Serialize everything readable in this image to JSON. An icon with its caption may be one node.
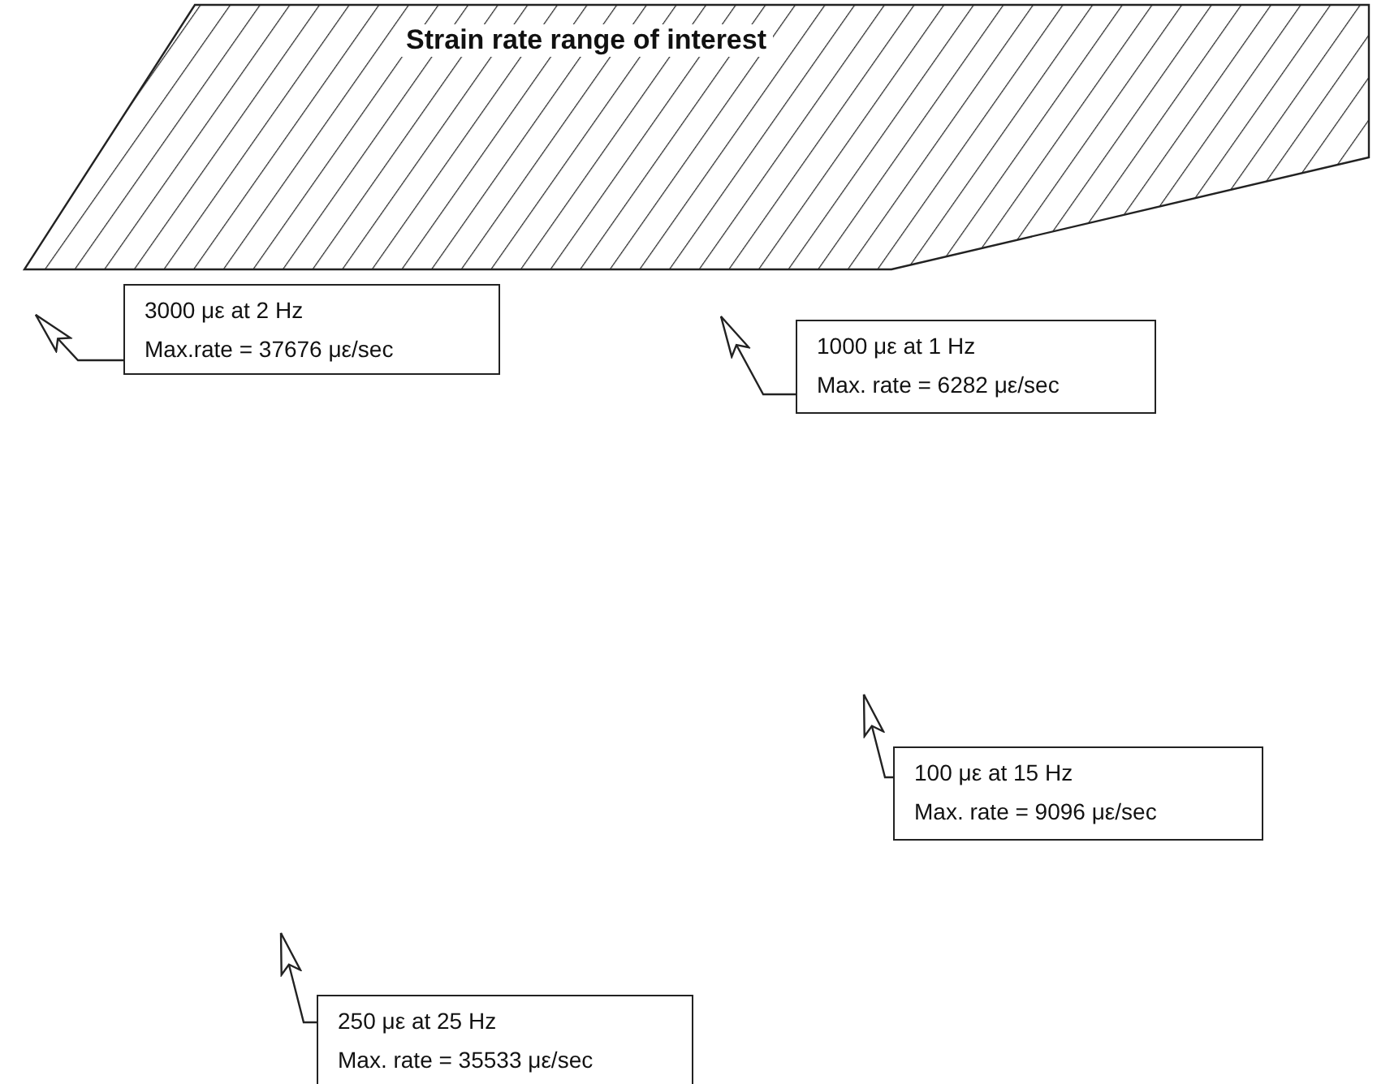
{
  "diagram": {
    "nodes": [
      {
        "text": [
          "Strain rate range of interest"
        ]
      },
      {
        "text": [
          "3000 με at 2 Hz",
          "Max.rate = 37676 με/sec"
        ]
      },
      {
        "text": [
          "1000 με at 1 Hz",
          "Max. rate = 6282 με/sec"
        ]
      },
      {
        "text": [
          "100 με at 15 Hz",
          "Max. rate = 9096 με/sec"
        ]
      },
      {
        "text": [
          "250 με at 25 Hz",
          "Max. rate = 35533 με/sec"
        ]
      }
    ],
    "edges": [
      {
        "from": 1,
        "to": null,
        "arrow": "to"
      },
      {
        "from": 2,
        "to": null,
        "arrow": "to"
      },
      {
        "from": 3,
        "to": null,
        "arrow": "to"
      },
      {
        "from": 4,
        "to": null,
        "arrow": "to"
      }
    ]
  }
}
